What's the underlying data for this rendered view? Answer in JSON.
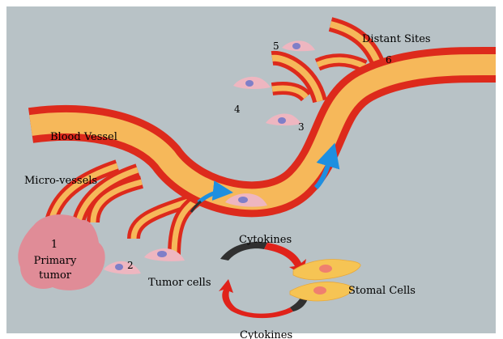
{
  "colors": {
    "background": "#b8c2c6",
    "vessel_wall": "#dd2a1c",
    "vessel_lumen": "#f6b85a",
    "tumor": "#e08c97",
    "cell_body": "#eeb6c0",
    "nucleus": "#7f7fc8",
    "stromal_cell": "#f6c454",
    "stromal_nucleus": "#ef7f6f",
    "flow_arrow": "#1e8fe0",
    "cycle_dark": "#303030",
    "cycle_red": "#e0221a"
  },
  "labels": {
    "blood_vessel": "Blood Vessel",
    "micro_vessels": "Micro-vessels",
    "distant_sites": "Distant Sites",
    "tumor_number": "1",
    "primary": "Primary",
    "tumor": "tumor",
    "tumor_cells": "Tumor cells",
    "stromal_cells": "Stomal Cells",
    "cytokines_top": "Cytokines",
    "cytokines_bottom": "Cytokines",
    "step2": "2",
    "step3": "3",
    "step4": "4",
    "step5": "5",
    "step6": "6"
  }
}
